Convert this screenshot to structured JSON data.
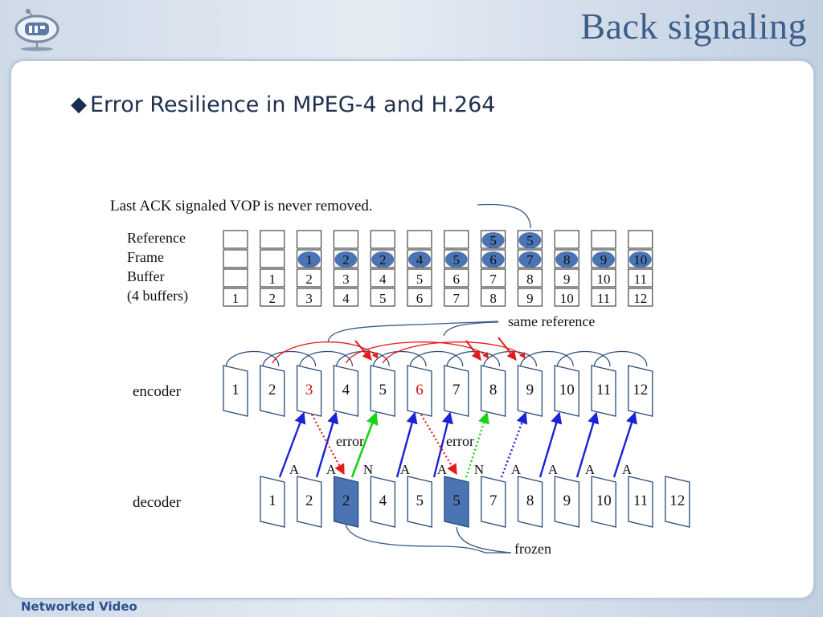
{
  "header": {
    "title": "Back signaling"
  },
  "bullet": {
    "glyph": "◆",
    "text": "Error Resilience in MPEG-4 and H.264"
  },
  "footer": {
    "text": "Networked Video"
  },
  "diagram": {
    "note_top": "Last ACK signaled VOP is never removed.",
    "ref_labels": [
      "Reference",
      "Frame",
      "Buffer",
      "(4 buffers)"
    ],
    "buffer_columns": [
      [
        "",
        "",
        "",
        "1"
      ],
      [
        "",
        "",
        "1",
        "2"
      ],
      [
        "",
        "1",
        "2",
        "3"
      ],
      [
        "",
        "2",
        "3",
        "4"
      ],
      [
        "",
        "2",
        "4",
        "5"
      ],
      [
        "",
        "4",
        "5",
        "6"
      ],
      [
        "",
        "5",
        "6",
        "7"
      ],
      [
        "5",
        "6",
        "7",
        "8"
      ],
      [
        "5",
        "7",
        "8",
        "9"
      ],
      [
        "",
        "8",
        "9",
        "10"
      ],
      [
        "",
        "9",
        "10",
        "11"
      ],
      [
        "",
        "10",
        "11",
        "12"
      ]
    ],
    "same_reference": "same reference",
    "encoder_label": "encoder",
    "encoder_frames": [
      "1",
      "2",
      "3",
      "4",
      "5",
      "6",
      "7",
      "8",
      "9",
      "10",
      "11",
      "12"
    ],
    "error_label_1": "error",
    "error_label_2": "error",
    "ack_letters": [
      "A",
      "A",
      "N",
      "A",
      "A",
      "N",
      "A",
      "A",
      "A",
      "A"
    ],
    "decoder_label": "decoder",
    "decoder_frames": [
      "1",
      "2",
      "2",
      "4",
      "5",
      "5",
      "7",
      "8",
      "9",
      "10",
      "11",
      "12"
    ],
    "frozen": "frozen",
    "colors": {
      "accent_fill": "#4a74b4",
      "arrow_blue": "#1a22d8",
      "arrow_red": "#e41b1b",
      "arrow_green": "#18d418",
      "error_text": "#d01010"
    }
  }
}
